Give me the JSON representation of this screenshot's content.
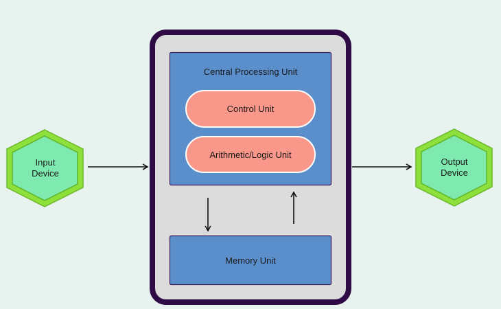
{
  "nodes": {
    "input": {
      "line1": "Input",
      "line2": "Device"
    },
    "output": {
      "line1": "Output",
      "line2": "Device"
    },
    "cpu": {
      "label": "Central Processing Unit"
    },
    "control_unit": {
      "label": "Control Unit"
    },
    "alu": {
      "label": "Arithmetic/Logic Unit"
    },
    "memory": {
      "label": "Memory Unit"
    }
  },
  "colors": {
    "background": "#e8f3ef",
    "computer_border": "#2e0b45",
    "computer_fill": "#dcdcdc",
    "cpu_fill": "#5b8fcc",
    "unit_fill": "#f9978a",
    "hex_outer": "#8ee03c",
    "hex_inner": "#7eeab0"
  }
}
